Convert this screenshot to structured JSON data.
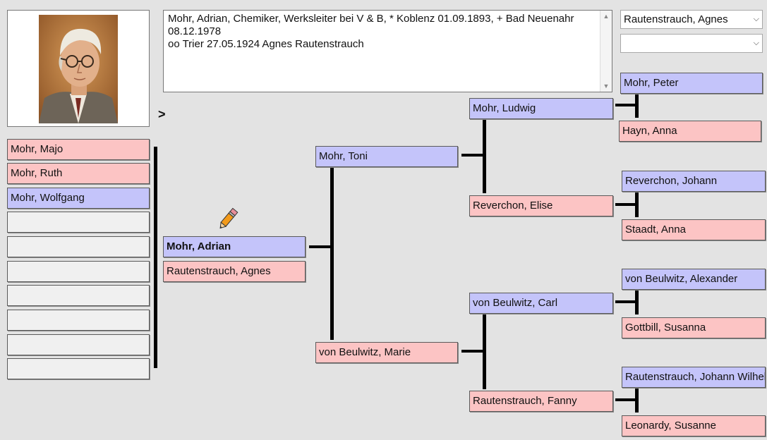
{
  "info": {
    "text": "Mohr, Adrian, Chemiker, Werksleiter bei V & B, * Koblenz 01.09.1893, + Bad Neuenahr 08.12.1978\noo Trier 27.05.1924 Agnes Rautenstrauch"
  },
  "spouse_select": {
    "selected": "Rautenstrauch, Agnes",
    "options": [
      "Rautenstrauch, Agnes"
    ]
  },
  "second_select": {
    "selected": ""
  },
  "nav": {
    "forward_label": ">"
  },
  "children": [
    {
      "name": "Mohr, Majo",
      "sex": "f"
    },
    {
      "name": "Mohr, Ruth",
      "sex": "f"
    },
    {
      "name": "Mohr, Wolfgang",
      "sex": "m"
    },
    {
      "name": "",
      "sex": "e"
    },
    {
      "name": "",
      "sex": "e"
    },
    {
      "name": "",
      "sex": "e"
    },
    {
      "name": "",
      "sex": "e"
    },
    {
      "name": "",
      "sex": "e"
    },
    {
      "name": "",
      "sex": "e"
    },
    {
      "name": "",
      "sex": "e"
    }
  ],
  "proband": {
    "name": "Mohr, Adrian",
    "spouse": "Rautenstrauch, Agnes"
  },
  "parents": {
    "father": "Mohr, Toni",
    "mother": "von Beulwitz, Marie"
  },
  "grandparents": {
    "paternal_grandfather": "Mohr, Ludwig",
    "paternal_grandmother": "Reverchon, Elise",
    "maternal_grandfather": "von Beulwitz, Carl",
    "maternal_grandmother": "Rautenstrauch, Fanny"
  },
  "great_grandparents": [
    "Mohr, Peter",
    "Hayn, Anna",
    "Reverchon, Johann",
    "Staadt, Anna",
    "von Beulwitz, Alexander",
    "Gottbill, Susanna",
    "Rautenstrauch, Johann Wilhelm",
    "Leonardy, Susanne"
  ],
  "colors": {
    "male": "#c4c4fa",
    "female": "#fcc4c4",
    "empty": "#f0f0f0",
    "background": "#e3e3e3",
    "lines": "#000000"
  }
}
